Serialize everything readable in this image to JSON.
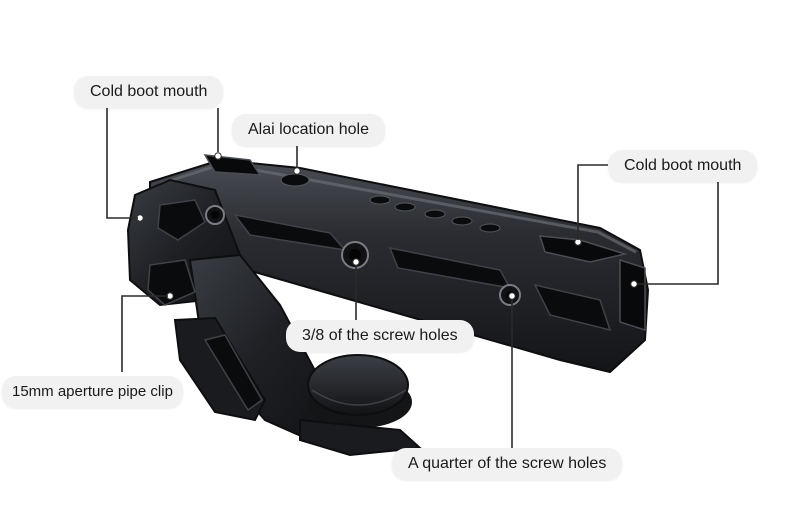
{
  "colors": {
    "background": "#ffffff",
    "metal_dark": "#1c1d20",
    "metal_mid": "#2c2e33",
    "metal_highlight": "#5a5d63",
    "leader_line": "#2a2a2a",
    "label_bg": "#f1f1f1"
  },
  "callouts": {
    "cold_boot_left": "Cold boot mouth",
    "alai_hole": "Alai location hole",
    "cold_boot_right": "Cold boot mouth",
    "screw_38": "3/8 of the screw holes",
    "pipe_clip": "15mm aperture pipe clip",
    "screw_quarter": "A quarter of the screw holes"
  }
}
